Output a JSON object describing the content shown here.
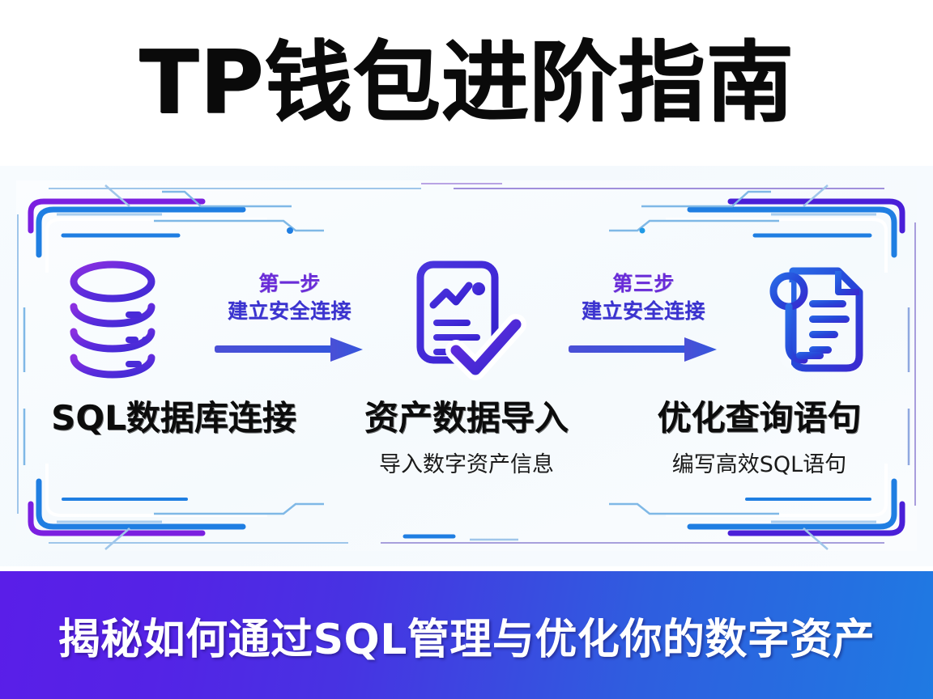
{
  "poster": {
    "title": "TP钱包进阶指南",
    "banner_text": "揭秘如何通过SQL管理与优化你的数字资产"
  },
  "colors": {
    "title_color": "#0a0a0a",
    "step_label_color": "#6a2cd8",
    "step_sub_color": "#3b33cf",
    "arrow_color": "#3d52d5",
    "icon_purple": "#6b2bd9",
    "icon_violet": "#4a2fd6",
    "icon_blue": "#1f5fe0",
    "banner_gradient_from": "#5a1ee8",
    "banner_gradient_to": "#1f7ae2",
    "frame_blue": "#1f8fe0",
    "frame_purple": "#7b1fe0",
    "card_background": "#f7fbfe"
  },
  "flow": {
    "nodes": [
      {
        "icon": "database-cylinder-icon",
        "title": "SQL数据库连接",
        "subtitle": ""
      },
      {
        "icon": "document-checkmark-icon",
        "title": "资产数据导入",
        "subtitle": "导入数字资产信息"
      },
      {
        "icon": "document-search-icon",
        "title": "优化查询语句",
        "subtitle": "编写高效SQL语句"
      }
    ],
    "connectors": [
      {
        "label": "第一步",
        "sublabel": "建立安全连接",
        "arrow": "arrow-right-icon"
      },
      {
        "label": "第三步",
        "sublabel": "建立安全连接",
        "arrow": "arrow-right-icon"
      }
    ]
  }
}
